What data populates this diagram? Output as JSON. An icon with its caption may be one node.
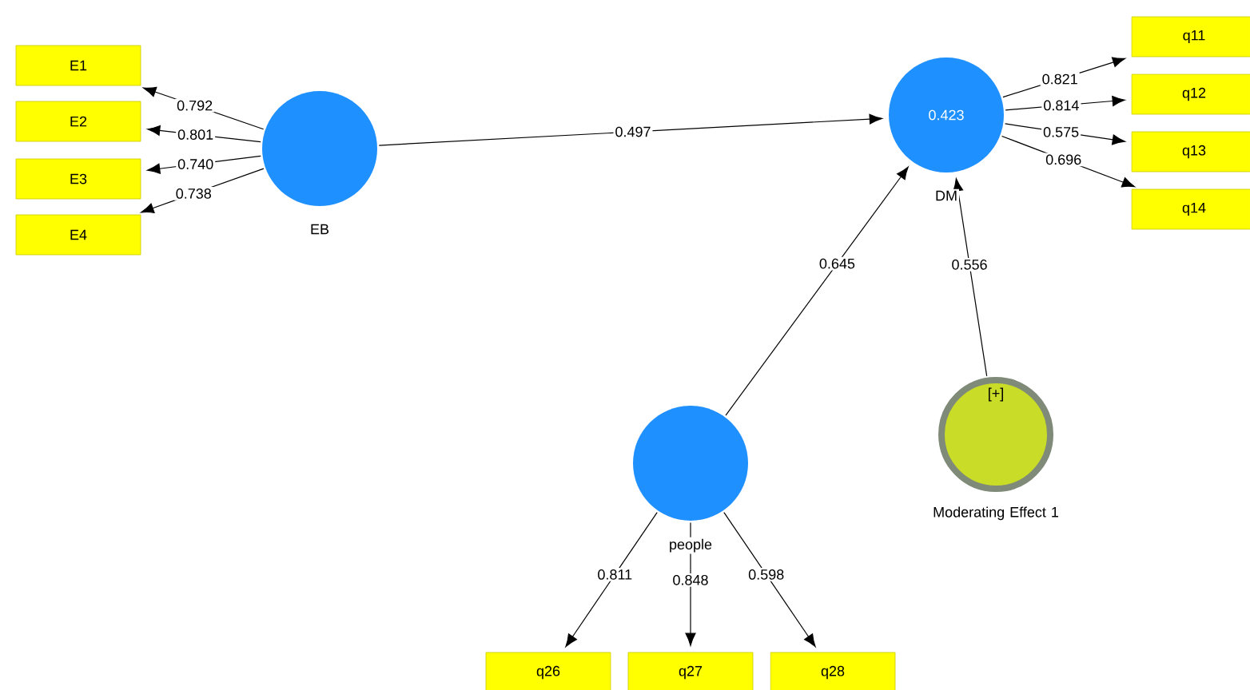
{
  "diagram": {
    "nodes": [
      {
        "text": [
          "E1"
        ]
      },
      {
        "text": [
          "E2"
        ]
      },
      {
        "text": [
          "E3"
        ]
      },
      {
        "text": [
          "E4"
        ]
      },
      {
        "text": [
          "EB"
        ]
      },
      {
        "text": [
          "0.423",
          "DM"
        ]
      },
      {
        "text": [
          "q11"
        ]
      },
      {
        "text": [
          "q12"
        ]
      },
      {
        "text": [
          "q13"
        ]
      },
      {
        "text": [
          "q14"
        ]
      },
      {
        "text": [
          "people"
        ]
      },
      {
        "text": [
          "[+]",
          "Moderating Effect 1"
        ]
      },
      {
        "text": [
          "q26"
        ]
      },
      {
        "text": [
          "q27"
        ]
      },
      {
        "text": [
          "q28"
        ]
      }
    ],
    "edges": [
      {
        "from": 4,
        "to": 0,
        "arrow": "to",
        "label": "0.792"
      },
      {
        "from": 4,
        "to": 1,
        "arrow": "to",
        "label": "0.801"
      },
      {
        "from": 4,
        "to": 2,
        "arrow": "to",
        "label": "0.740"
      },
      {
        "from": 4,
        "to": 3,
        "arrow": "to",
        "label": "0.738"
      },
      {
        "from": 4,
        "to": 5,
        "arrow": "to",
        "label": "0.497"
      },
      {
        "from": 5,
        "to": 6,
        "arrow": "to",
        "label": "0.821"
      },
      {
        "from": 5,
        "to": 7,
        "arrow": "to",
        "label": "0.814"
      },
      {
        "from": 5,
        "to": 8,
        "arrow": "to",
        "label": "0.575"
      },
      {
        "from": 5,
        "to": 9,
        "arrow": "to",
        "label": "0.696"
      },
      {
        "from": 10,
        "to": 5,
        "arrow": "to",
        "label": "0.645"
      },
      {
        "from": 11,
        "to": 5,
        "arrow": "to",
        "label": "0.556"
      },
      {
        "from": 10,
        "to": 12,
        "arrow": "to",
        "label": "0.811"
      },
      {
        "from": 10,
        "to": 13,
        "arrow": "to",
        "label": "0.848"
      },
      {
        "from": 10,
        "to": 14,
        "arrow": "to",
        "label": "0.598"
      }
    ]
  }
}
